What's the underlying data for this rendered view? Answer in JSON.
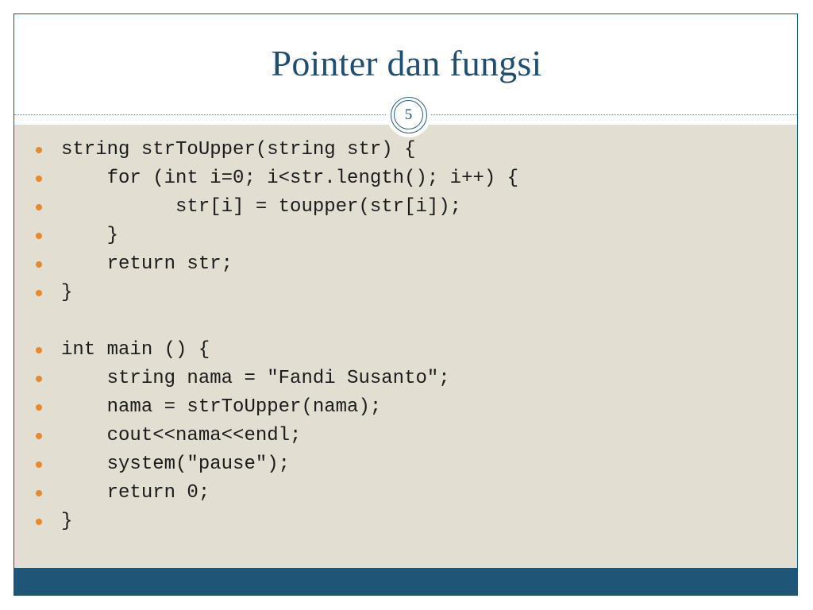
{
  "slide": {
    "title": "Pointer dan fungsi",
    "page_number": "5",
    "code_lines": [
      "string strToUpper(string str) {",
      "    for (int i=0; i<str.length(); i++) {",
      "          str[i] = toupper(str[i]);",
      "    }",
      "    return str;",
      "}",
      "",
      "int main () {",
      "    string nama = \"Fandi Susanto\";",
      "    nama = strToUpper(nama);",
      "    cout<<nama<<endl;",
      "    system(\"pause\");",
      "    return 0;",
      "}"
    ]
  },
  "colors": {
    "title": "#1f4e70",
    "bullet": "#e8892a",
    "body_background": "#e2ded2",
    "footer": "#1f5577"
  },
  "icons": {
    "bullet": "bullet-dot-icon"
  }
}
